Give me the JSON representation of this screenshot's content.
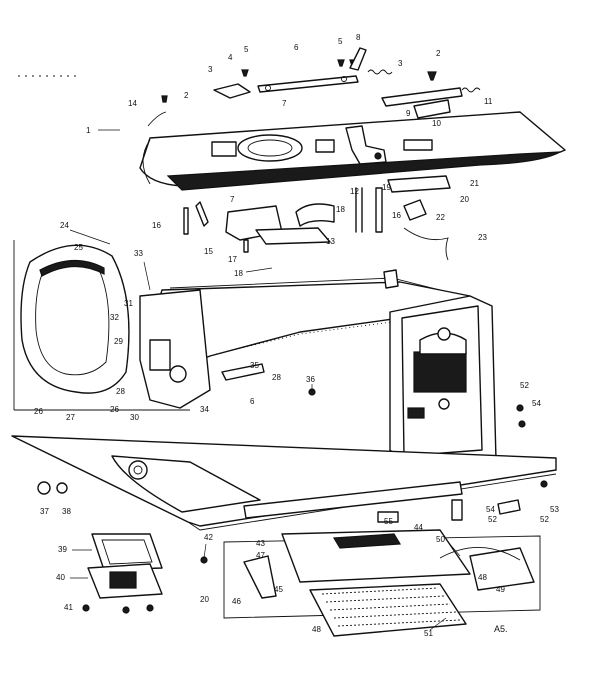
{
  "diagram": {
    "page_code": "A5.",
    "callouts": [
      {
        "id": "c1",
        "text": "1"
      },
      {
        "id": "c2a",
        "text": "2"
      },
      {
        "id": "c2b",
        "text": "2"
      },
      {
        "id": "c3a",
        "text": "3"
      },
      {
        "id": "c3b",
        "text": "3"
      },
      {
        "id": "c4",
        "text": "4"
      },
      {
        "id": "c5a",
        "text": "5"
      },
      {
        "id": "c5b",
        "text": "5"
      },
      {
        "id": "c6",
        "text": "6"
      },
      {
        "id": "c6b",
        "text": "6"
      },
      {
        "id": "c7a",
        "text": "7"
      },
      {
        "id": "c7b",
        "text": "7"
      },
      {
        "id": "c8",
        "text": "8"
      },
      {
        "id": "c9",
        "text": "9"
      },
      {
        "id": "c10",
        "text": "10"
      },
      {
        "id": "c11",
        "text": "11"
      },
      {
        "id": "c12",
        "text": "12"
      },
      {
        "id": "c13",
        "text": "13"
      },
      {
        "id": "c14",
        "text": "14"
      },
      {
        "id": "c15",
        "text": "15"
      },
      {
        "id": "c16a",
        "text": "16"
      },
      {
        "id": "c16b",
        "text": "16"
      },
      {
        "id": "c17",
        "text": "17"
      },
      {
        "id": "c18a",
        "text": "18"
      },
      {
        "id": "c18b",
        "text": "18"
      },
      {
        "id": "c19",
        "text": "19"
      },
      {
        "id": "c20a",
        "text": "20"
      },
      {
        "id": "c20b",
        "text": "20"
      },
      {
        "id": "c21",
        "text": "21"
      },
      {
        "id": "c22",
        "text": "22"
      },
      {
        "id": "c23",
        "text": "23"
      },
      {
        "id": "c24",
        "text": "24"
      },
      {
        "id": "c25",
        "text": "25"
      },
      {
        "id": "c26a",
        "text": "26"
      },
      {
        "id": "c26b",
        "text": "26"
      },
      {
        "id": "c27",
        "text": "27"
      },
      {
        "id": "c28a",
        "text": "28"
      },
      {
        "id": "c28b",
        "text": "28"
      },
      {
        "id": "c29",
        "text": "29"
      },
      {
        "id": "c30",
        "text": "30"
      },
      {
        "id": "c31",
        "text": "31"
      },
      {
        "id": "c32",
        "text": "32"
      },
      {
        "id": "c33",
        "text": "33"
      },
      {
        "id": "c34",
        "text": "34"
      },
      {
        "id": "c35",
        "text": "35"
      },
      {
        "id": "c36",
        "text": "36"
      },
      {
        "id": "c37",
        "text": "37"
      },
      {
        "id": "c38",
        "text": "38"
      },
      {
        "id": "c39",
        "text": "39"
      },
      {
        "id": "c40",
        "text": "40"
      },
      {
        "id": "c41",
        "text": "41"
      },
      {
        "id": "c42",
        "text": "42"
      },
      {
        "id": "c43",
        "text": "43"
      },
      {
        "id": "c44",
        "text": "44"
      },
      {
        "id": "c45",
        "text": "45"
      },
      {
        "id": "c46",
        "text": "46"
      },
      {
        "id": "c47",
        "text": "47"
      },
      {
        "id": "c48a",
        "text": "48"
      },
      {
        "id": "c48b",
        "text": "48"
      },
      {
        "id": "c49",
        "text": "49"
      },
      {
        "id": "c50",
        "text": "50"
      },
      {
        "id": "c51",
        "text": "51"
      },
      {
        "id": "c52a",
        "text": "52"
      },
      {
        "id": "c52b",
        "text": "52"
      },
      {
        "id": "c52c",
        "text": "52"
      },
      {
        "id": "c53",
        "text": "53"
      },
      {
        "id": "c54a",
        "text": "54"
      },
      {
        "id": "c54b",
        "text": "54"
      },
      {
        "id": "c55",
        "text": "55"
      }
    ]
  }
}
